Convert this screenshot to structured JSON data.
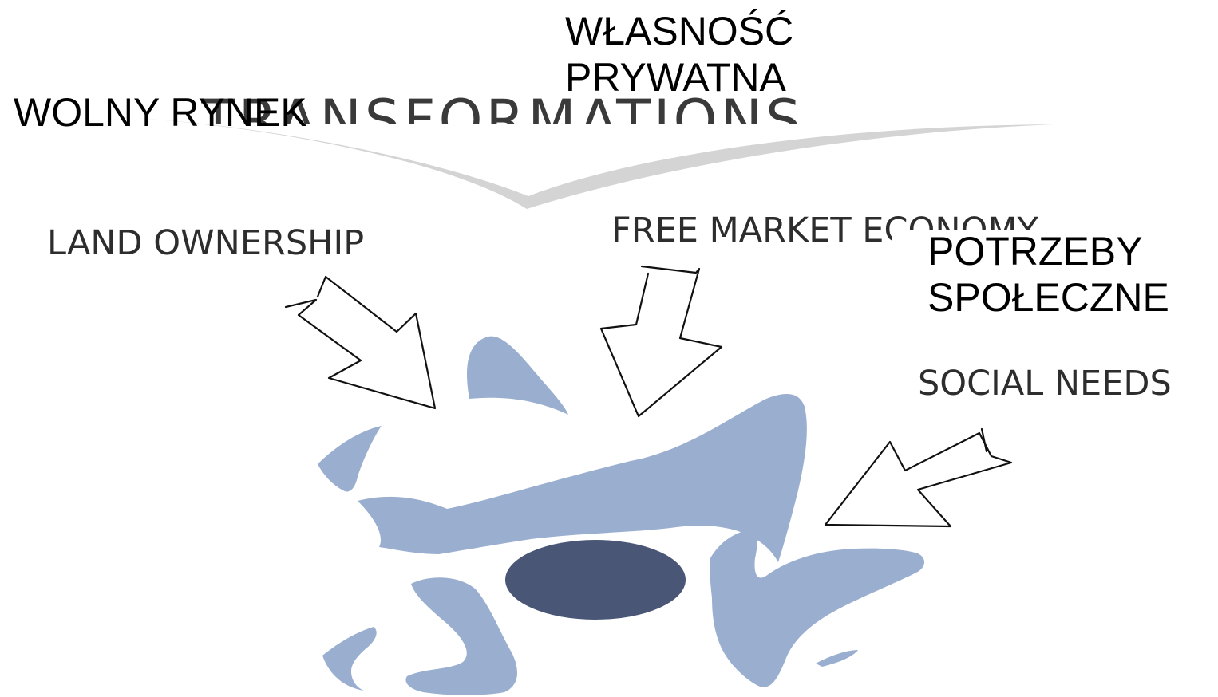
{
  "title_en": "TRANSFORMATIONS",
  "labels_en": {
    "land_ownership": "LAND OWNERSHIP",
    "free_market_economy": "FREE MARKET ECONOMY",
    "social_needs": "SOCIAL NEEDS"
  },
  "labels_pl": {
    "wolny_rynek": "WOLNY RYNEK",
    "wlasnosc_prywatna": [
      "WŁASNOŚĆ",
      "PRYWATNA"
    ],
    "potrzeby_spoleczne": [
      "POTRZEBY",
      "SPOŁECZNE"
    ]
  },
  "colors": {
    "splash": "#9aafd0",
    "center": "#4a5676",
    "outline": "#111111",
    "title_swoosh": "#d4d4d4"
  }
}
